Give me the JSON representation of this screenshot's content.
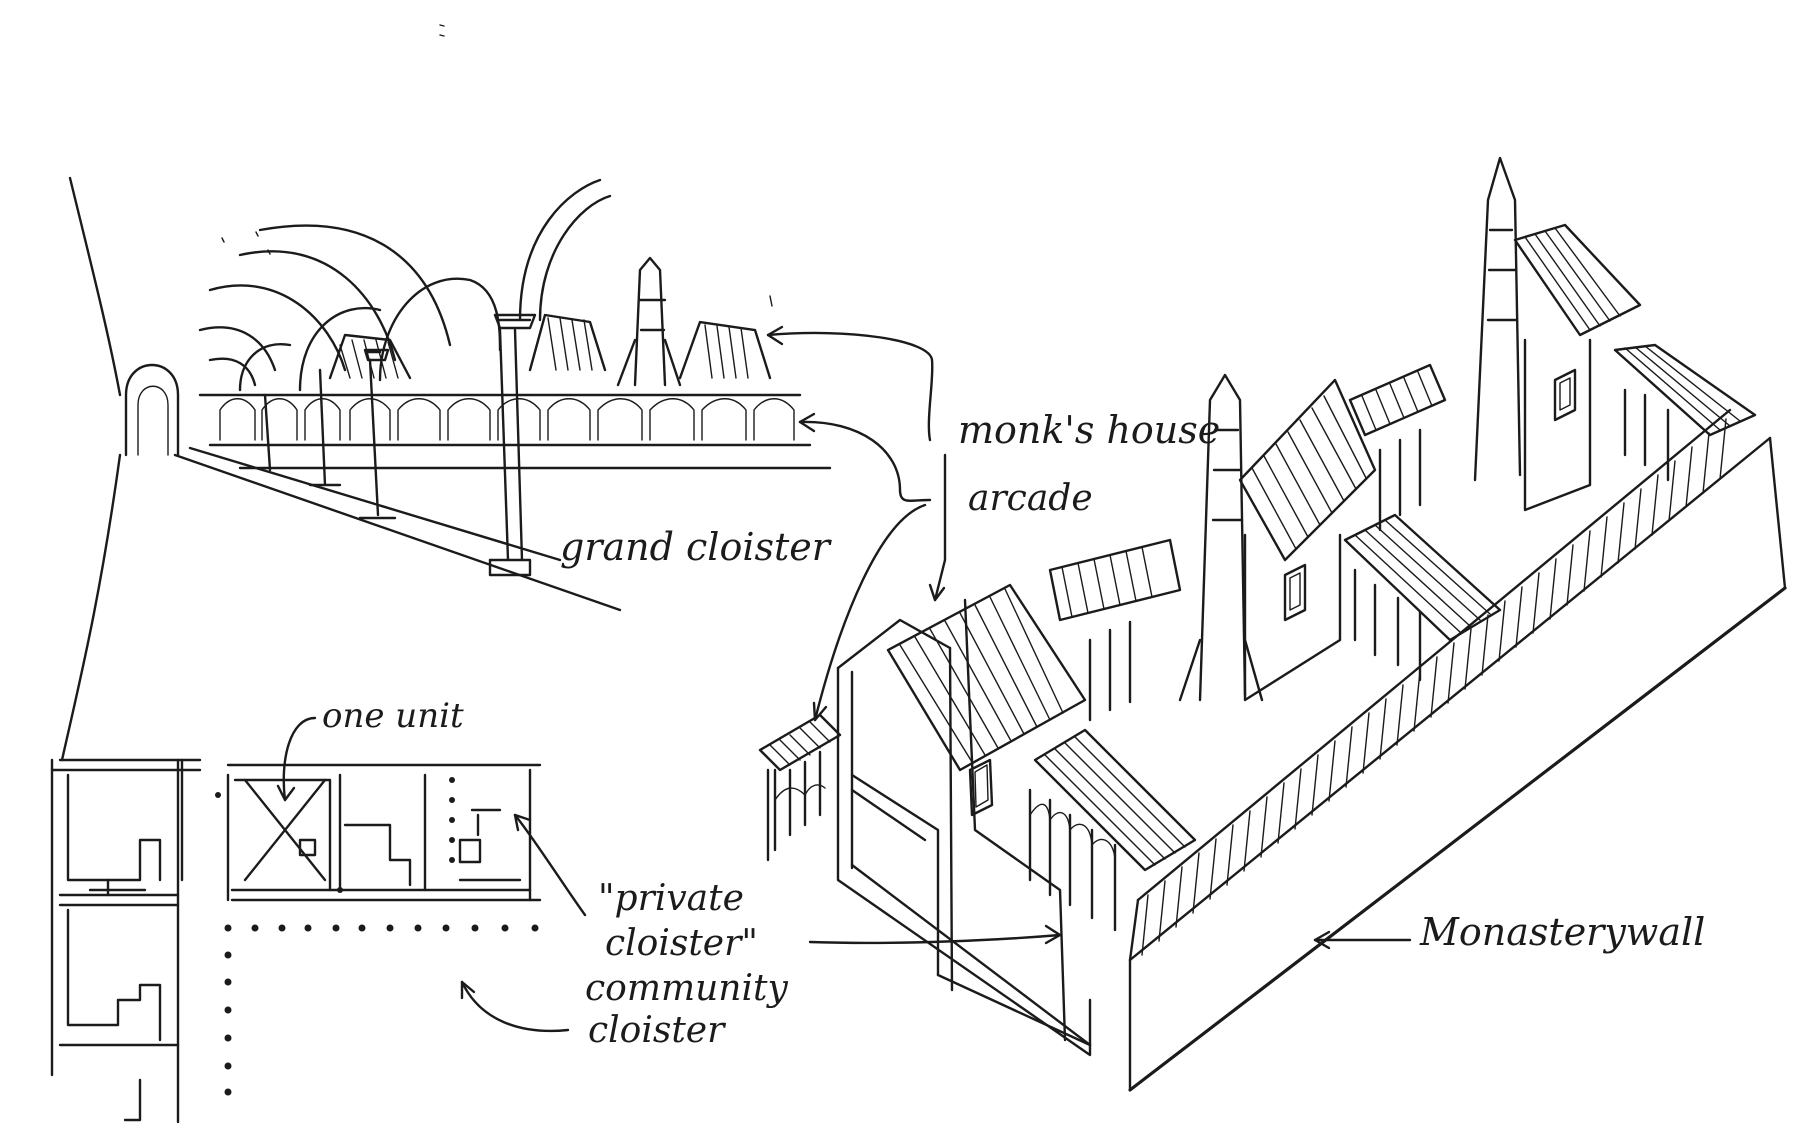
{
  "labels": {
    "monks_house": "monk's house",
    "arcade": "arcade",
    "grand_cloister": "grand cloister",
    "one_unit": "one unit",
    "private_cloister_line1": "\"private",
    "private_cloister_line2": "cloister\"",
    "community_cloister_line1": "community",
    "community_cloister_line2": "cloister",
    "monastery_wall": "Monasterywall"
  }
}
